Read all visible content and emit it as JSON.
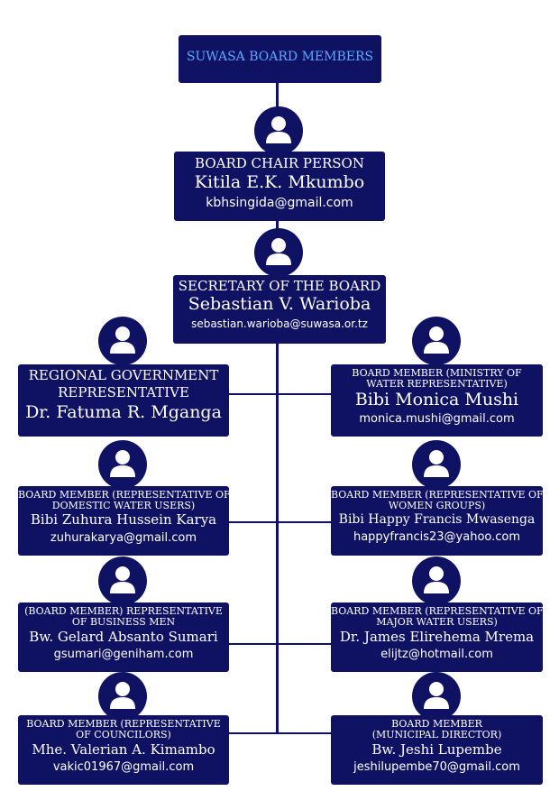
{
  "title": "SUWASA BOARD MEMBERS",
  "chair": {
    "role": "BOARD CHAIR PERSON",
    "name": "Kitila E.K. Mkumbo",
    "email": "kbhsingida@gmail.com"
  },
  "secretary": {
    "role": "SECRETARY OF THE BOARD",
    "name": "Sebastian V. Warioba",
    "email": "sebastian.warioba@suwasa.or.tz"
  },
  "members": [
    {
      "role_lines": [
        "REGIONAL GOVERNMENT",
        "REPRESENTATIVE"
      ],
      "name": "Dr. Fatuma R. Mganga",
      "email": ""
    },
    {
      "role_lines": [
        "BOARD MEMBER (MINISTRY OF",
        "WATER REPRESENTATIVE)"
      ],
      "name": "Bibi Monica Mushi",
      "email": "monica.mushi@gmail.com"
    },
    {
      "role_lines": [
        "BOARD MEMBER (REPRESENTATIVE OF",
        "DOMESTIC WATER USERS)"
      ],
      "name": "Bibi Zuhura Hussein Karya",
      "email": "zuhurakarya@gmail.com"
    },
    {
      "role_lines": [
        "BOARD MEMBER (REPRESENTATIVE OF",
        "WOMEN GROUPS)"
      ],
      "name": "Bibi Happy Francis Mwasenga",
      "email": "happyfrancis23@yahoo.com"
    },
    {
      "role_lines": [
        "(BOARD MEMBER) REPRESENTATIVE",
        "OF BUSINESS MEN"
      ],
      "name": "Bw. Gelard Absanto Sumari",
      "email": "gsumari@geniham.com"
    },
    {
      "role_lines": [
        "BOARD MEMBER (REPRESENTATIVE OF",
        "MAJOR WATER USERS)"
      ],
      "name": "Dr. James Elirehema Mrema",
      "email": "elijtz@hotmail.com"
    },
    {
      "role_lines": [
        "BOARD MEMBER (REPRESENTATIVE",
        "OF COUNCILORS)"
      ],
      "name": "Mhe. Valerian A. Kimambo",
      "email": "vakic01967@gmail.com"
    },
    {
      "role_lines": [
        "BOARD MEMBER",
        "(MUNICIPAL DIRECTOR)"
      ],
      "name": "Bw. Jeshi Lupembe",
      "email": "jeshilupembe70@gmail.com"
    }
  ],
  "colors": {
    "box": "#0f1263",
    "title_text": "#5ba8ff",
    "text": "#ffffff",
    "background": "#ffffff"
  },
  "icons": {
    "member": "user-icon"
  }
}
